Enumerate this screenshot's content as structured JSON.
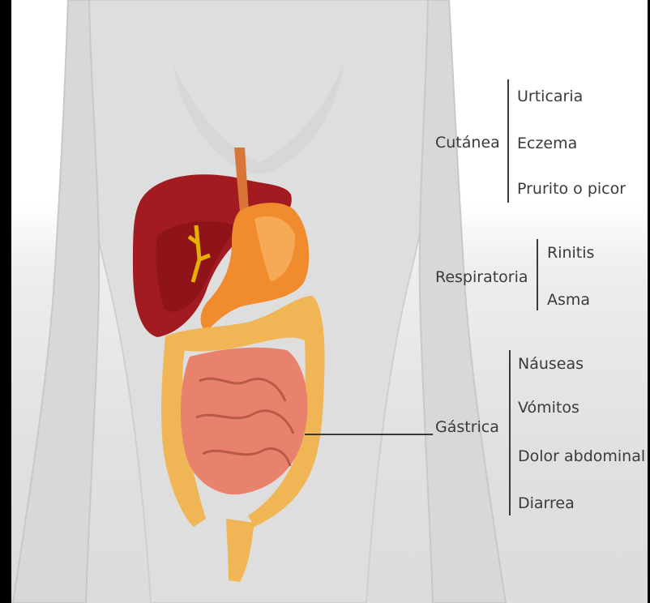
{
  "groups": [
    {
      "name": "Cutánea",
      "items": [
        "Urticaria",
        "Eczema",
        "Prurito o picor"
      ]
    },
    {
      "name": "Respiratoria",
      "items": [
        "Rinitis",
        "Asma"
      ]
    },
    {
      "name": "Gástrica",
      "items": [
        "Náuseas",
        "Vómitos",
        "Dolor abdominal",
        "Diarrea"
      ]
    }
  ],
  "colors": {
    "body": "#dedede",
    "liver": "#a21b20",
    "stomach": "#f08c2e",
    "small_intestine": "#e8826c",
    "large_intestine": "#f0b655",
    "gallbladder": "#e8d21e",
    "label_text": "#3a3a3a"
  }
}
